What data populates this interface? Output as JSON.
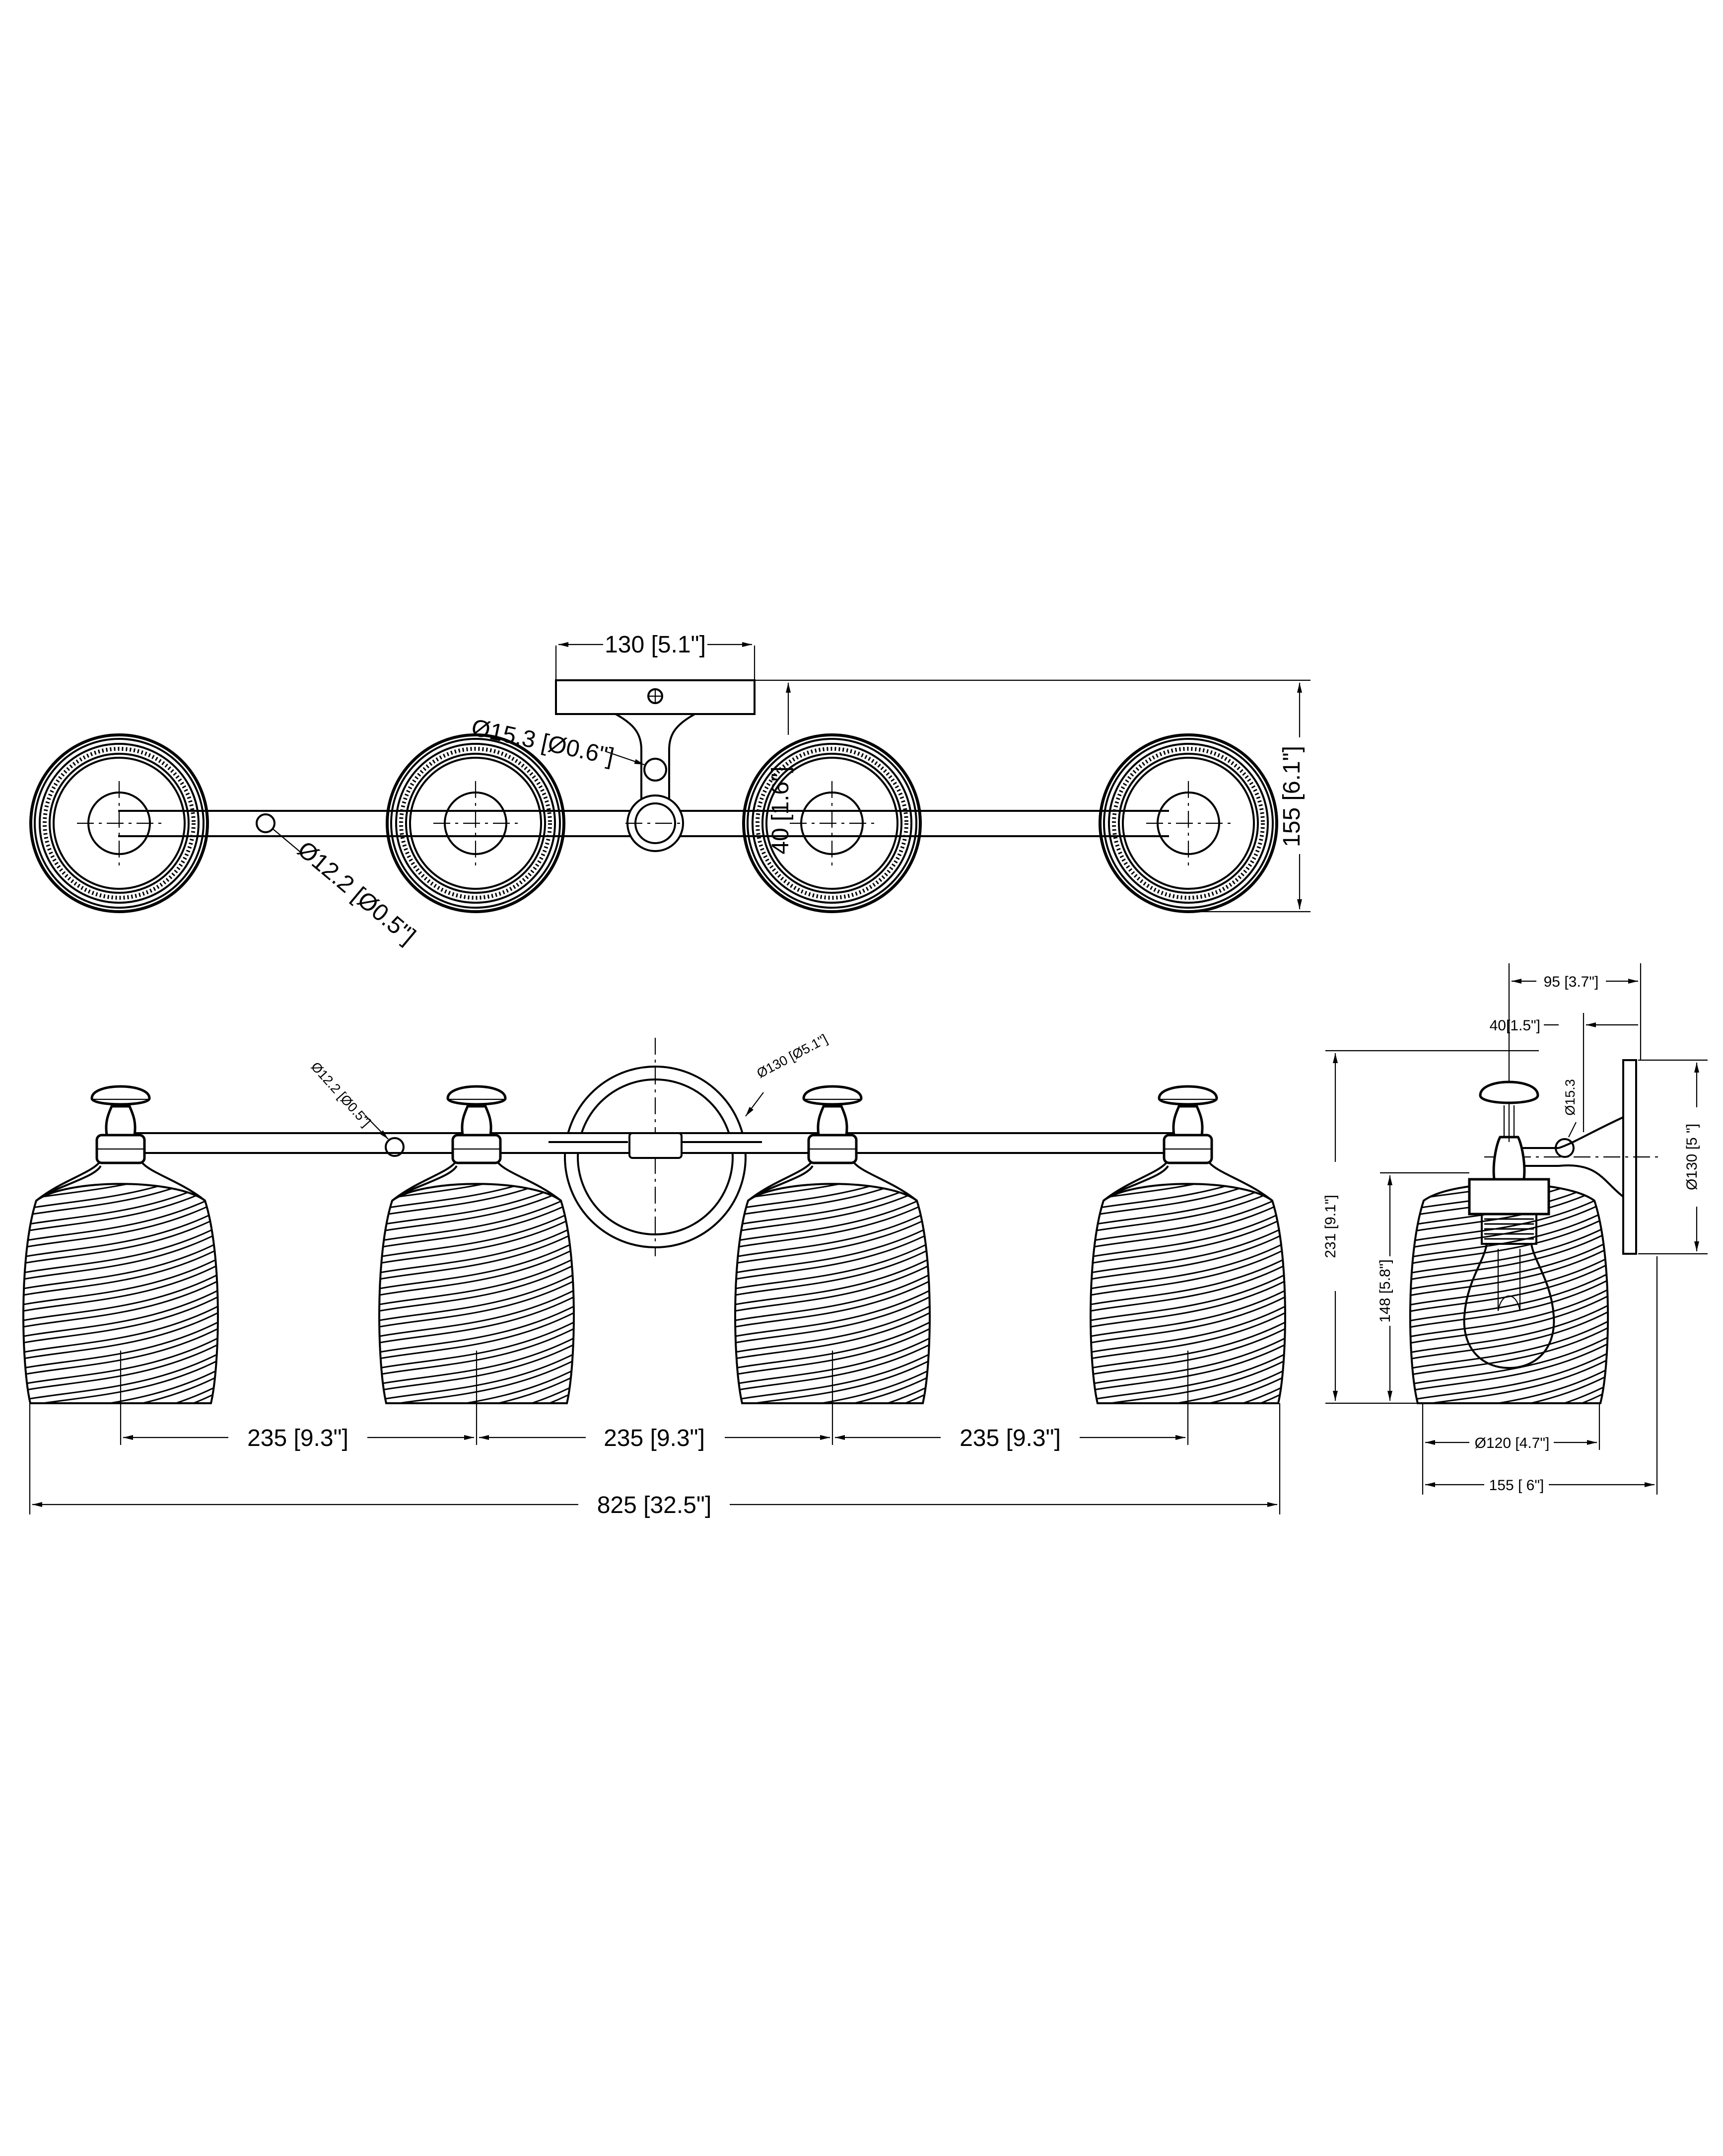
{
  "top_view": {
    "width_canopy": "130 [5.1\"]",
    "diameter_stem": "Ø15.3 [Ø0.6\"]",
    "depth_arm": "40 [1.6\"]",
    "height_total": "155 [6.1\"]",
    "diameter_arm": "Ø12.2 [Ø0.5\"]"
  },
  "front_view": {
    "diameter_arm": "Ø12.2 [Ø0.5\"]",
    "diameter_backplate": "Ø130 [Ø5.1\"]",
    "spacing_1": "235 [9.3\"]",
    "spacing_2": "235 [9.3\"]",
    "spacing_3": "235 [9.3\"]",
    "overall_width": "825 [32.5\"]"
  },
  "side_view": {
    "extension_canopy": "95 [3.7\"]",
    "extension_arm": "40[1.5\"]",
    "diameter_arm": "Ø15.3",
    "diameter_backplate": "Ø130 [5  \"]",
    "overall_height": "231 [9.1\"]",
    "shade_height": "148 [5.8\"]",
    "shade_diameter": "Ø120 [4.7\"]",
    "overall_depth": "155 [ 6\"]"
  },
  "fixture": {
    "shade_count": 4,
    "shade_spacing_mm": 235,
    "overall_width_mm": 825,
    "overall_height_mm": 231,
    "overall_depth_mm": 155
  }
}
